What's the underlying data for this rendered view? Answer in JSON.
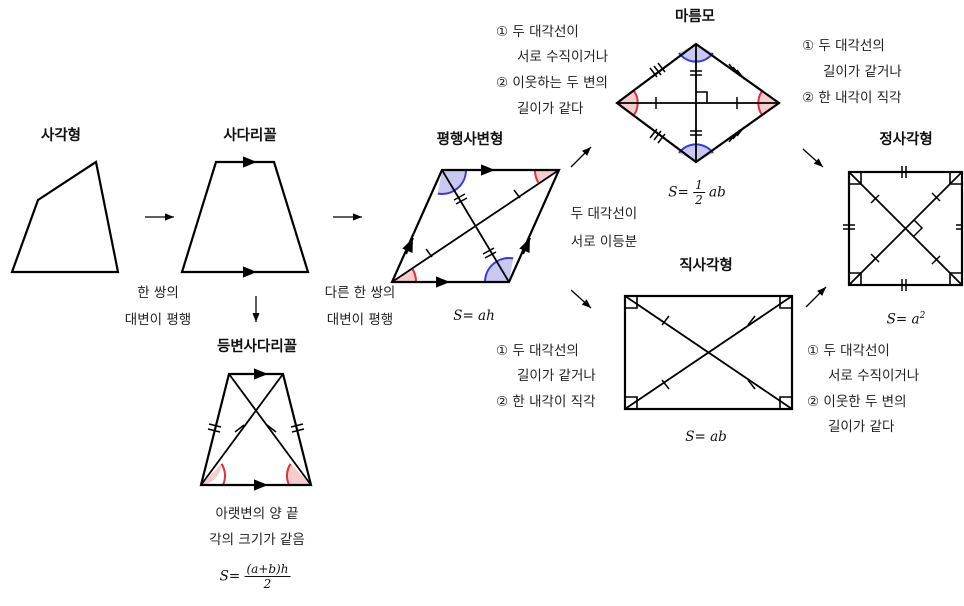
{
  "shapes": {
    "quadrilateral": "사각형",
    "trapezoid": "사다리꼴",
    "isosceles_trapezoid": "등변사다리꼴",
    "parallelogram": "평행사변형",
    "rhombus": "마름모",
    "rectangle": "직사각형",
    "square": "정사각형"
  },
  "conditions": {
    "to_trapezoid": [
      "한 쌍의",
      "대변이 평행"
    ],
    "to_parallelogram": [
      "다른 한 쌍의",
      "대변이 평행"
    ],
    "to_isosceles_trapezoid": [
      "아랫변의 양 끝",
      "각의 크기가 같음"
    ],
    "parallelogram_diagonals": [
      "두  대각선이",
      "서로 이등분"
    ],
    "to_rhombus": [
      "① 두 대각선이",
      "서로 수직이거나",
      "② 이웃하는 두 변의",
      "길이가 같다"
    ],
    "rhombus_to_square": [
      "① 두 대각선의",
      "길이가 같거나",
      "② 한 내각이 직각"
    ],
    "to_rectangle": [
      "① 두 대각선의",
      "길이가 같거나",
      "② 한 내각이 직각"
    ],
    "rectangle_to_square": [
      "① 두 대각선이",
      "서로 수직이거나",
      "② 이웃한 두 변의",
      "길이가 같다"
    ]
  },
  "formulas": {
    "trapezoid_area": {
      "lhs": "S=",
      "num": "(a+b)h",
      "den": "2"
    },
    "parallelogram_area": "S= ah",
    "rhombus_area": {
      "lhs": "S=",
      "num": "1",
      "den": "2",
      "rhs": "ab"
    },
    "rectangle_area": "S= ab",
    "square_area": {
      "lhs": "S= a",
      "exp": "2"
    }
  },
  "colors": {
    "angle_red_fill": "#f7cccc",
    "angle_red_stroke": "#e0303a",
    "angle_blue_fill": "#c8c8f0",
    "angle_blue_stroke": "#3a3ad0",
    "line": "#000000"
  },
  "icons": {
    "arrow": "arrow-icon",
    "right_angle": "right-angle-mark-icon",
    "tick": "equal-length-tick-icon"
  }
}
